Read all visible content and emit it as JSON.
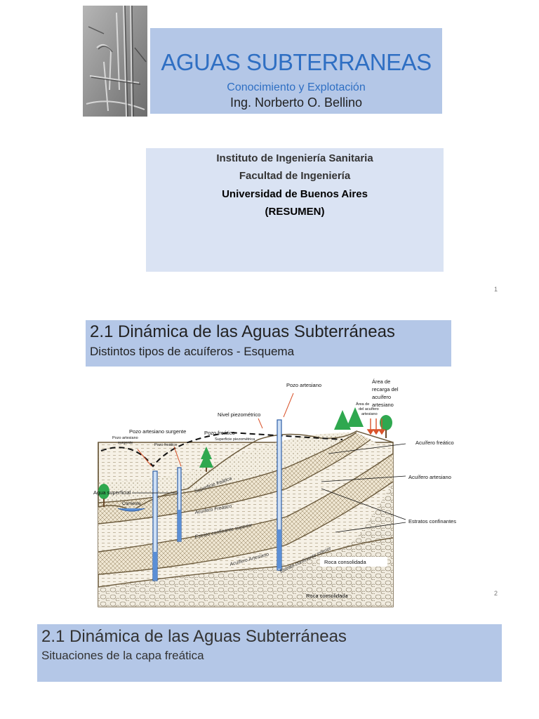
{
  "slide1": {
    "title": "AGUAS SUBTERRANEAS",
    "subtitle": "Conocimiento y Explotación",
    "author": "Ing. Norberto O. Bellino",
    "institute": "Instituto de Ingeniería Sanitaria",
    "faculty": "Facultad de Ingeniería",
    "university": "Universidad de Buenos Aires",
    "note": "(RESUMEN)",
    "page": "1"
  },
  "slide2": {
    "title": "2.1 Dinámica de las Aguas Subterráneas",
    "subtitle": "Distintos tipos de acuíferos - Esquema",
    "page": "2",
    "diagram": {
      "pozo_artesiano": "Pozo artesiano",
      "area_recarga": [
        "Área de",
        "recarga del",
        "acuífero",
        "artesiano"
      ],
      "area_recarga_small": [
        "Área de",
        "del acuífero",
        "artesiano"
      ],
      "nivel_piezometrico": "Nivel piezométrico",
      "pozo_surgente": "Pozo artesiano surgente",
      "pozo_freatico": "Pozo freático",
      "pozo_artesiano_surgente_small": [
        "Pozo artesiano",
        "surgente"
      ],
      "pozo_freatico_small": "Pozo freático",
      "superficie_piezometrica": "Superficie piezométrica",
      "acuifero_freatico": "Acuífero freático",
      "acuifero_artesiano": "Acuífero artesiano",
      "estratos_confinantes": "Estratos confinantes",
      "agua_superficial": "Agua superficial",
      "corriente": "Corriente",
      "superficie_freatica": "Superficie freática",
      "acuifero_freatico_in": "Acuífero Freático",
      "estrato_confinante_in": "Estrato confinante superior",
      "acuifero_artesiano_in": "Acuífero Artesiano",
      "estrato_inferior_in": "Estrato confinante inferior",
      "roca_consolidada": "Roca consolidada",
      "roca_consolidada_in": "Roca consolidada"
    }
  },
  "slide3": {
    "title": "2.1 Dinámica de las Aguas Subterráneas",
    "subtitle": "Situaciones de la capa freática"
  }
}
